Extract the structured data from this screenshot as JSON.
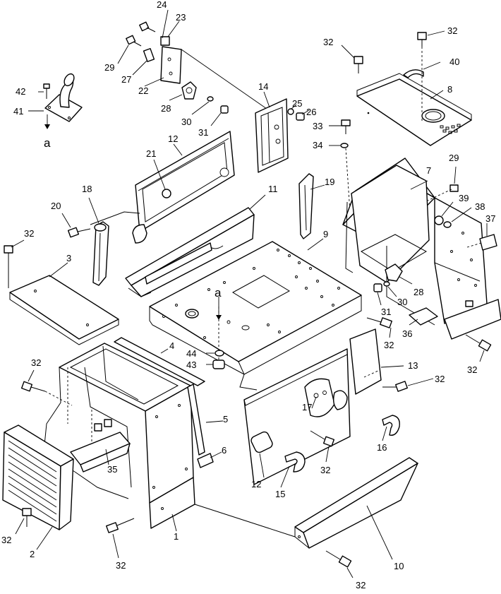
{
  "callouts": {
    "c24": "24",
    "c23": "23",
    "c29a": "29",
    "c27": "27",
    "c22": "22",
    "c28a": "28",
    "c30a": "30",
    "c31a": "31",
    "c14": "14",
    "c25": "25",
    "c26": "26",
    "c33": "33",
    "c34": "34",
    "c32a": "32",
    "c32b": "32",
    "c40": "40",
    "c8": "8",
    "c42": "42",
    "c41": "41",
    "ca1": "a",
    "c12a": "12",
    "c21": "21",
    "c11": "11",
    "c19": "19",
    "c7": "7",
    "c29b": "29",
    "c39": "39",
    "c38": "38",
    "c37": "37",
    "c18": "18",
    "c20": "20",
    "c32c": "32",
    "c3": "3",
    "c9": "9",
    "ca2": "a",
    "c28b": "28",
    "c31b": "31",
    "c30b": "30",
    "c36": "36",
    "c32d": "32",
    "c4": "4",
    "c44": "44",
    "c43": "43",
    "c13": "13",
    "c32e": "32",
    "c32f": "32",
    "c32g": "32",
    "c17": "17",
    "c5": "5",
    "c6": "6",
    "c35": "35",
    "c16": "16",
    "c32h": "32",
    "c12b": "12",
    "c15": "15",
    "c32i": "32",
    "c2": "2",
    "c1": "1",
    "c32j": "32",
    "c10": "10",
    "c32k": "32"
  }
}
